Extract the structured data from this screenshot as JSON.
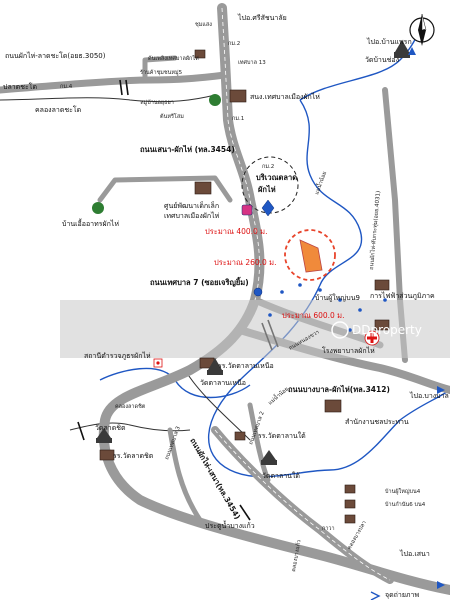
{
  "labels": {
    "to_si_satchanalai": "ไปอ.ศรีสัชนาลัย",
    "chum_saeng": "ชุมแสง",
    "km2": "กม.2",
    "thanon_lat_krabang": "ถนนผักไห่-ลาดชะโด(อยธ.3050)",
    "water_dept": "ด้นเพลิงเทศบาลผักไห่",
    "shop_5": "ร้านค้าชุมชนหมู่5",
    "tessaban_13": "เทศบาล 13",
    "plaat_chado": "ปลาดชะโด",
    "km4": "กม.4",
    "khlong_lat_chado": "คลองลาดชะโด",
    "village_1": "หมู่บ้านอยุธยา",
    "rice_field": "ต้นหรีโสม",
    "office": "สนง.เทศบาลเมืองผักไห่",
    "km1": "กม.1",
    "thanon_sena": "ถนนเสนา-ผักไห่ (ทล.3454)",
    "km2b": "กม.2",
    "market_area_1": "บริเวณตลาด",
    "market_area_2": "ผักไห่",
    "nursery_1": "ศูนย์พัฒนาเด็กเล็ก",
    "nursery_2": "เทศบาลเมืองผักไห่",
    "house_left": "บ้านเอื้ออาทรผักไห่",
    "distance_400": "ประมาณ 400.0 ม.",
    "distance_260": "ประมาณ 260.0 ม.",
    "distance_600": "ประมาณ 600.0 ม.",
    "river_noi": "แม่น้ำน้อย",
    "road_right": "ถนนผักไห่-ทับกระทุ่ม(อยธ.4031)",
    "to_bang_ban": "ไปอ.บ้านแพรก",
    "wat_ban_chuang": "วัดบ้านช่อง",
    "thanon_tessaban_7": "ถนนเทศบาล 7 (ซอยเจริญยิ้ม)",
    "ban_phai_yai": "บ้านผู้ใหญ่บน9",
    "electric": "การไฟฟ้าส่วนภูมิภาค",
    "nong_khwa": "ถนนหนองขวา",
    "hospital": "โรงพยาบาลผักไห่",
    "police": "สถานีตำรวจภูธรผักไห่",
    "wat_lan_school": "รร.วัดตาลานเหนือ",
    "wat_lan": "วัดตาลานเหนือ",
    "thanon_bang_ban": "ถนนบางบาล-ผักไห่(ทล.3412)",
    "to_bang_ban_2": "ไปอ.บางบาล",
    "khlong_lat_chit": "คลองลาดชิต",
    "wat_lat_chit": "วัดลาดชิต",
    "wat_lat_chit_school": "รร.วัดลาดชิต",
    "tessaban_3": "ถนนเทศบาล 3",
    "tessaban_2": "ถนนเทศบาล 2",
    "thanon_sena_2": "ถนนผักไห่-เสนา(ทล.3454)",
    "river_noi_2": "แม่น้ำน้อย",
    "irrigation": "สำนักงานชลประทาน",
    "wat_lan_tai_school": "รร.วัดตาลานใต้",
    "wat_lan_tai": "วัดตาลานใต้",
    "ban_phai_yai_4": "บ้านผู้ใหญ่บน4",
    "ban_kamnan": "บ้านกำนัน6 บน4",
    "water_gate": "ประตูน้ำบางแก้ว",
    "ka_wa": "กาวา",
    "khlong_bang_kaew": "คลองบางแก้ว",
    "khlong_bang_pla": "คลองบางปลา",
    "to_sena": "ไปอ.เสนา",
    "legend_photo": "จุดถ่ายภาพ",
    "north_letter": "N",
    "watermark": "DDproperty"
  },
  "colors": {
    "road": "#9a9a9a",
    "road_edge": "#7f7f7f",
    "river": "#1f57c3",
    "canal": "#333333",
    "target": "#e8442b",
    "target_fill": "#f08a3b",
    "distance_text": "#d11111",
    "watermark_band": "#c8c8c8"
  },
  "icons": {
    "north_arrow": "compass-north-icon",
    "photo_point": "camera-arrow-icon",
    "hospital": "red-cross-icon",
    "temple": "temple-icon",
    "building": "building-icon",
    "tree": "tree-icon"
  }
}
